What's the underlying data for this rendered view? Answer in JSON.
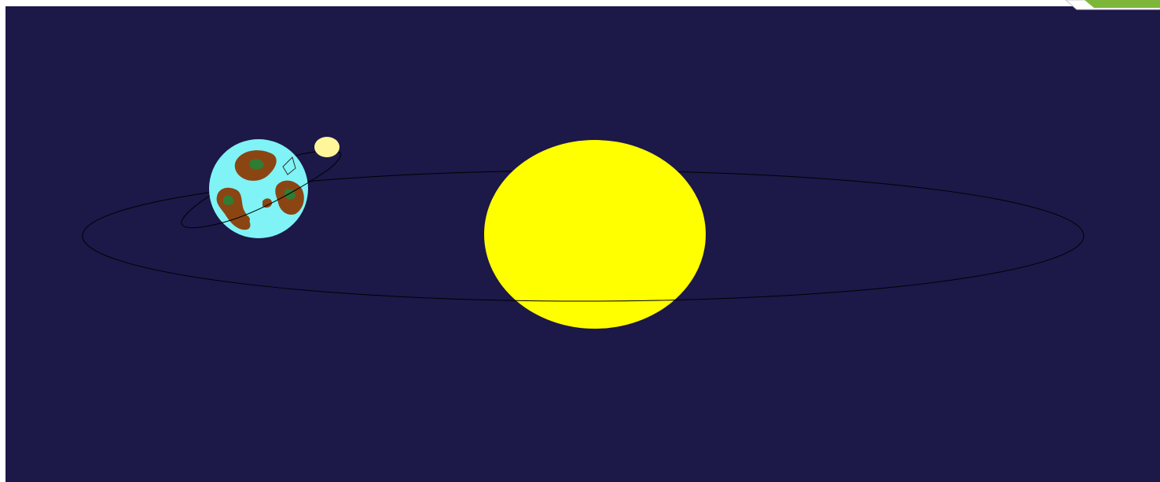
{
  "diagram": {
    "bodies": [
      {
        "name": "sun",
        "shape": "ellipse",
        "color": "#FFFF00"
      },
      {
        "name": "earth",
        "shape": "circle",
        "color": "#7FF3F5",
        "land_color": "#8B4513",
        "vegetation_color": "#2E7D32"
      },
      {
        "name": "moon",
        "shape": "ellipse",
        "color": "#FFF59A"
      }
    ],
    "orbits": [
      {
        "name": "earth-orbit",
        "around": "sun",
        "stroke": "#000000"
      },
      {
        "name": "moon-orbit",
        "around": "earth",
        "stroke": "#000000"
      }
    ]
  },
  "colors": {
    "space_background": "#1C1848",
    "slide_background": "#FFFFFF",
    "corner_accent": "#7DB73A",
    "orbit_line": "#000000"
  }
}
